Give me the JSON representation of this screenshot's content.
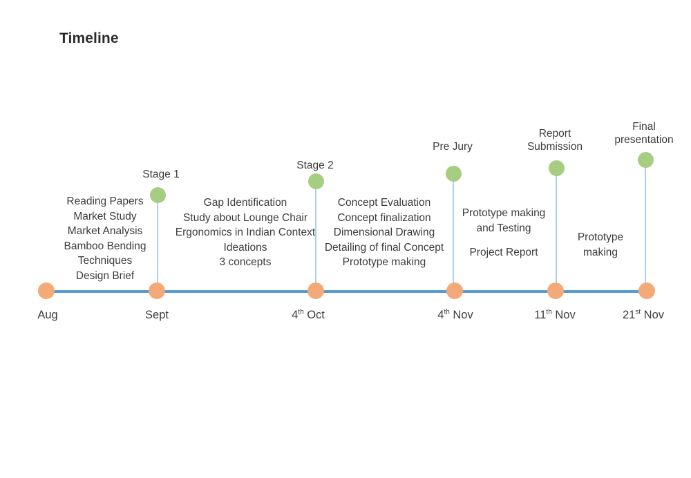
{
  "title": "Timeline",
  "colors": {
    "axis_line": "#5b9bd5",
    "axis_node": "#f3aa78",
    "milestone_node": "#a5ce80",
    "stem": "#aecfe5",
    "text": "#3c3c3c",
    "background": "#ffffff"
  },
  "chart_data": {
    "type": "timeline",
    "title": "Timeline",
    "axis_points": [
      {
        "label": "Aug",
        "label_html": "Aug"
      },
      {
        "label": "Sept",
        "label_html": "Sept"
      },
      {
        "label": "4th Oct",
        "label_html": "4<sup>th</sup> Oct"
      },
      {
        "label": "4th Nov",
        "label_html": "4<sup>th</sup> Nov"
      },
      {
        "label": "11th Nov",
        "label_html": "11<sup>th</sup> Nov"
      },
      {
        "label": "21st Nov",
        "label_html": "21<sup>st</sup> Nov"
      }
    ],
    "milestones": [
      {
        "label": "Stage 1"
      },
      {
        "label": "Stage 2"
      },
      {
        "label": "Pre Jury"
      },
      {
        "label": "Report\nSubmission"
      },
      {
        "label": "Final\npresentation"
      }
    ],
    "task_groups": [
      {
        "anchor": "Aug",
        "tasks": [
          "Reading Papers",
          "Market Study",
          "Market Analysis",
          "Bamboo Bending\nTechniques",
          "Design Brief"
        ]
      },
      {
        "anchor": "Sept",
        "tasks": [
          "Gap Identification",
          "Study about Lounge Chair",
          "Ergonomics in Indian Context",
          "Ideations",
          "3 concepts"
        ]
      },
      {
        "anchor": "4th Oct",
        "tasks": [
          "Concept Evaluation",
          "Concept finalization",
          "Dimensional Drawing",
          "Detailing of final Concept",
          "Prototype making"
        ]
      },
      {
        "anchor": "4th Nov",
        "tasks": [
          "Prototype making\nand Testing",
          "Project Report"
        ]
      },
      {
        "anchor": "11th Nov",
        "tasks": [
          "Prototype\nmaking"
        ]
      }
    ]
  }
}
